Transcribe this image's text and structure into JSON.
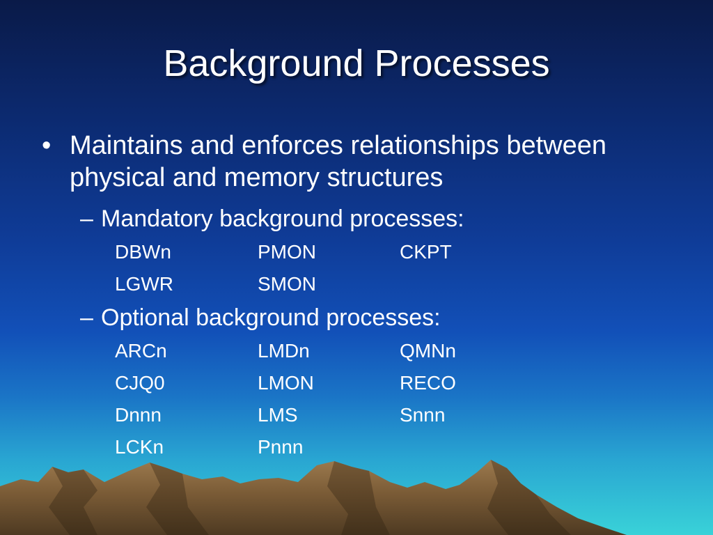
{
  "title": "Background Processes",
  "bullet": {
    "marker": "•",
    "text": "Maintains and enforces relationships between physical and memory structures"
  },
  "mandatory": {
    "marker": "–",
    "label": "Mandatory background processes:",
    "rows": [
      [
        "DBWn",
        "PMON",
        "CKPT"
      ],
      [
        "LGWR",
        "SMON",
        ""
      ]
    ]
  },
  "optional": {
    "marker": "–",
    "label": "Optional background processes:",
    "rows": [
      [
        "ARCn",
        "LMDn",
        "QMNn"
      ],
      [
        "CJQ0",
        "LMON",
        "RECO"
      ],
      [
        "Dnnn",
        "LMS",
        "Snnn"
      ],
      [
        "LCKn",
        "Pnnn",
        ""
      ]
    ]
  }
}
